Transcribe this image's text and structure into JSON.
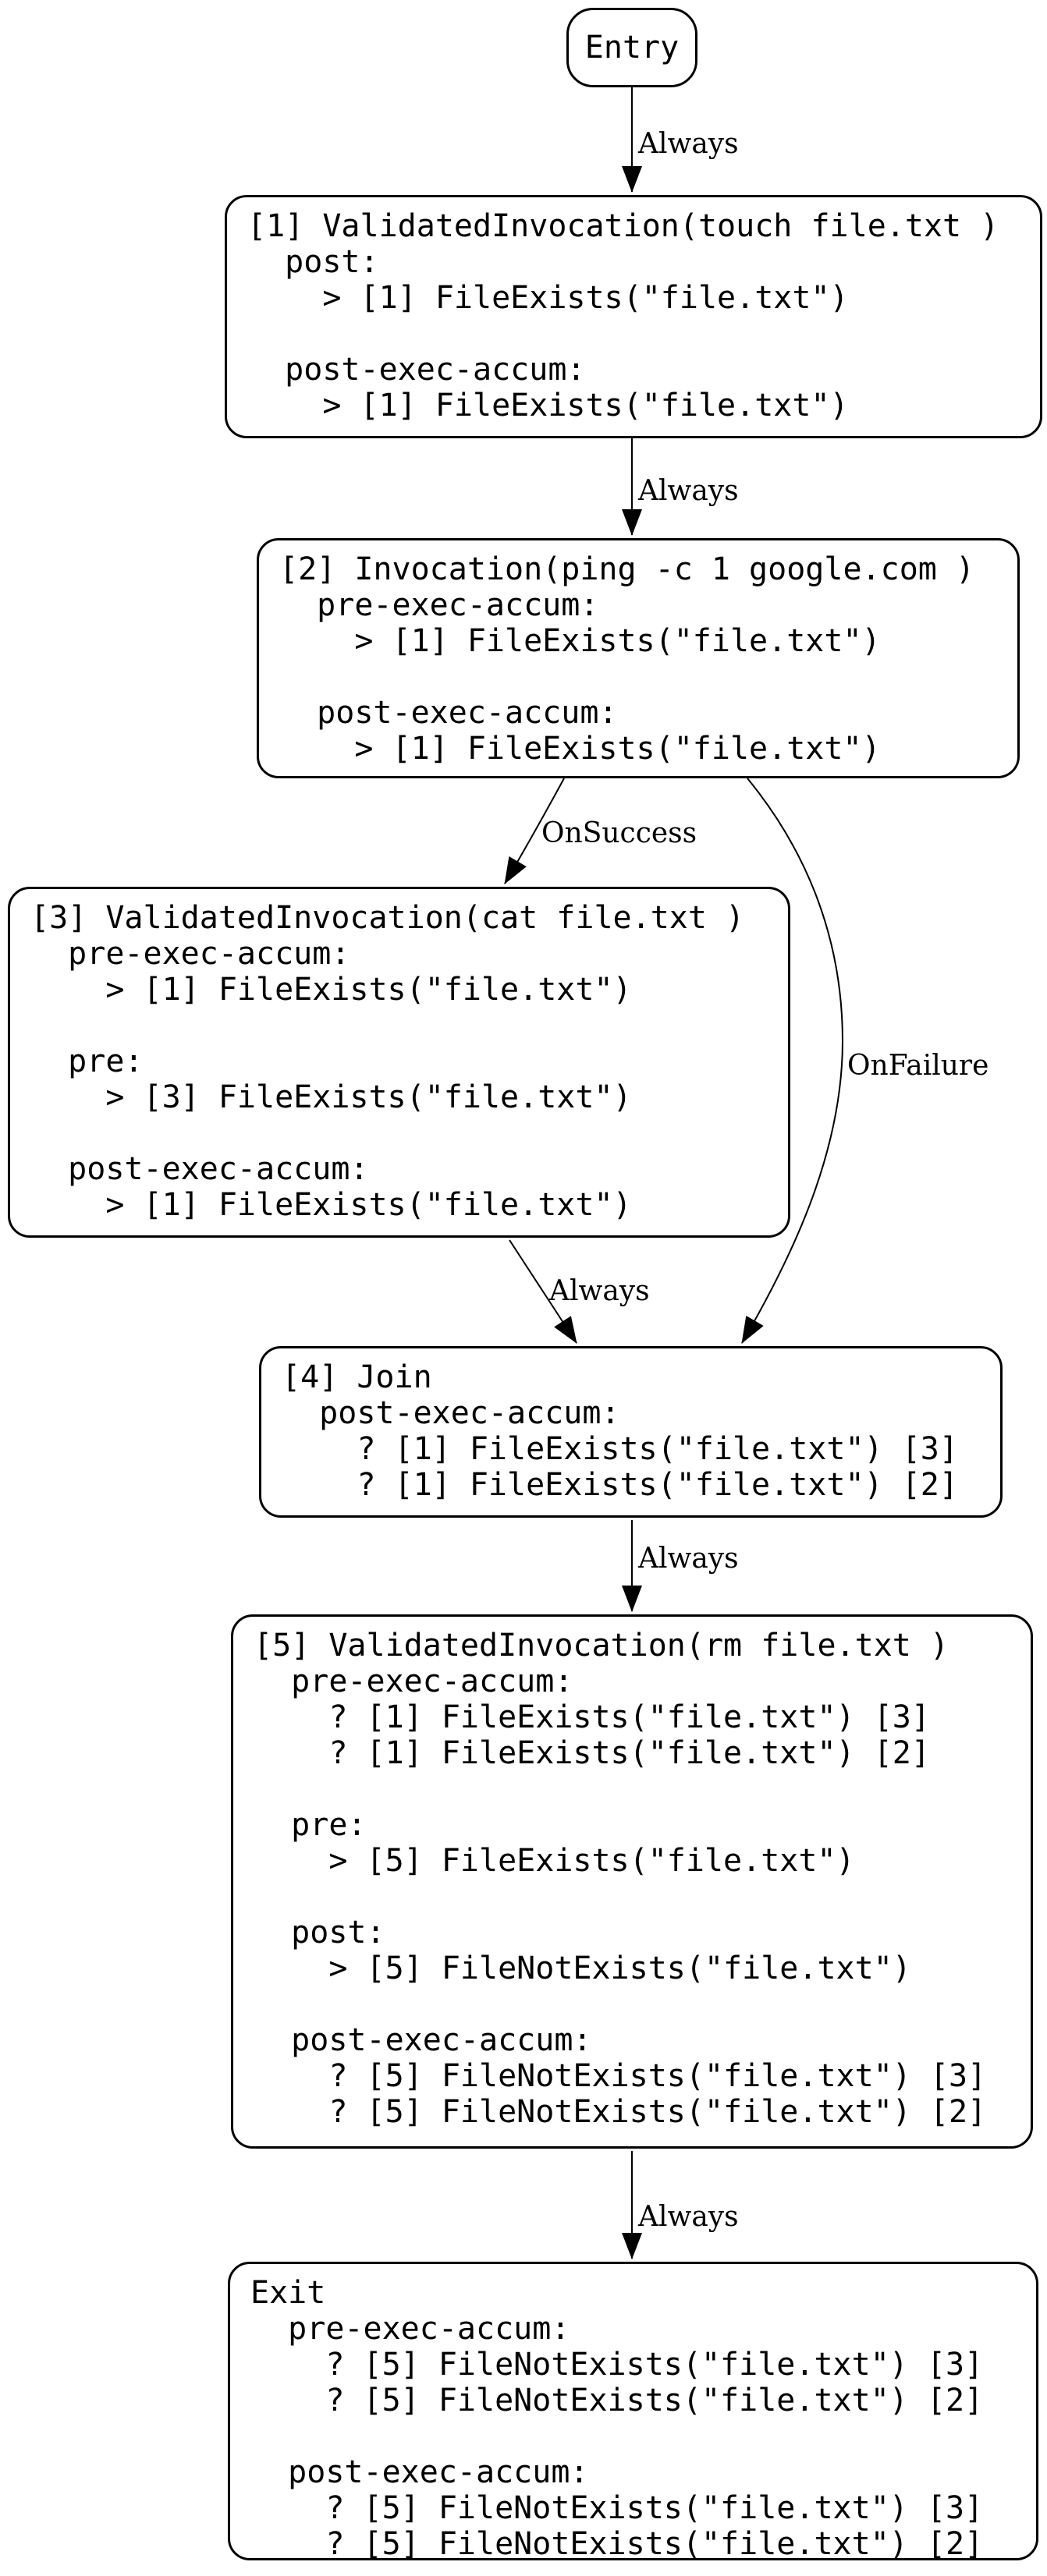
{
  "diagram": {
    "type": "flowchart",
    "background_color": "#ffffff",
    "stroke_color": "#000000",
    "nodes": [
      {
        "id": "entry",
        "lines": [
          "Entry"
        ]
      },
      {
        "id": "1",
        "lines": [
          "[1] ValidatedInvocation(touch file.txt )",
          "  post:",
          "    > [1] FileExists(\"file.txt\")",
          "",
          "  post-exec-accum:",
          "    > [1] FileExists(\"file.txt\")"
        ]
      },
      {
        "id": "2",
        "lines": [
          "[2] Invocation(ping -c 1 google.com )",
          "  pre-exec-accum:",
          "    > [1] FileExists(\"file.txt\")",
          "",
          "  post-exec-accum:",
          "    > [1] FileExists(\"file.txt\")"
        ]
      },
      {
        "id": "3",
        "lines": [
          "[3] ValidatedInvocation(cat file.txt )",
          "  pre-exec-accum:",
          "    > [1] FileExists(\"file.txt\")",
          "",
          "  pre:",
          "    > [3] FileExists(\"file.txt\")",
          "",
          "  post-exec-accum:",
          "    > [1] FileExists(\"file.txt\")"
        ]
      },
      {
        "id": "4",
        "lines": [
          "[4] Join",
          "  post-exec-accum:",
          "    ? [1] FileExists(\"file.txt\") [3]",
          "    ? [1] FileExists(\"file.txt\") [2]"
        ]
      },
      {
        "id": "5",
        "lines": [
          "[5] ValidatedInvocation(rm file.txt )",
          "  pre-exec-accum:",
          "    ? [1] FileExists(\"file.txt\") [3]",
          "    ? [1] FileExists(\"file.txt\") [2]",
          "",
          "  pre:",
          "    > [5] FileExists(\"file.txt\")",
          "",
          "  post:",
          "    > [5] FileNotExists(\"file.txt\")",
          "",
          "  post-exec-accum:",
          "    ? [5] FileNotExists(\"file.txt\") [3]",
          "    ? [5] FileNotExists(\"file.txt\") [2]"
        ]
      },
      {
        "id": "exit",
        "lines": [
          "Exit",
          "  pre-exec-accum:",
          "    ? [5] FileNotExists(\"file.txt\") [3]",
          "    ? [5] FileNotExists(\"file.txt\") [2]",
          "",
          "  post-exec-accum:",
          "    ? [5] FileNotExists(\"file.txt\") [3]",
          "    ? [5] FileNotExists(\"file.txt\") [2]"
        ]
      }
    ],
    "edges": [
      {
        "from": "entry",
        "to": "1",
        "label": "Always"
      },
      {
        "from": "1",
        "to": "2",
        "label": "Always"
      },
      {
        "from": "2",
        "to": "3",
        "label": "OnSuccess"
      },
      {
        "from": "2",
        "to": "4",
        "label": "OnFailure"
      },
      {
        "from": "3",
        "to": "4",
        "label": "Always"
      },
      {
        "from": "4",
        "to": "5",
        "label": "Always"
      },
      {
        "from": "5",
        "to": "exit",
        "label": "Always"
      }
    ]
  }
}
